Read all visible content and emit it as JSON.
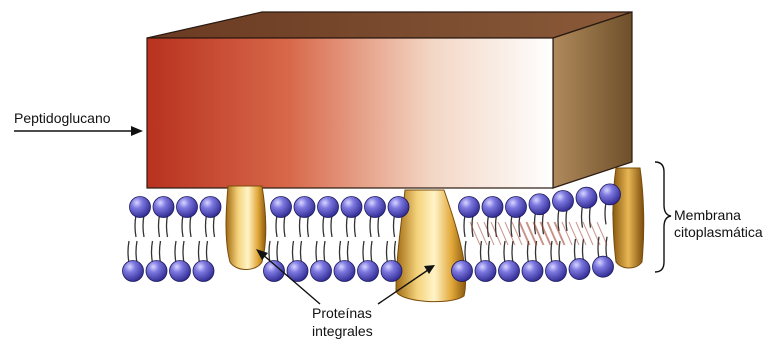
{
  "labels": {
    "peptidoglycan": "Peptidoglucano",
    "membrane_line1": "Membrana",
    "membrane_line2": "citoplasmática",
    "proteins_line1": "Proteínas",
    "proteins_line2": "integrales"
  },
  "colors": {
    "peptidoglycan_front_left": "#c0392b",
    "peptidoglycan_front_right": "#ffffff",
    "peptidoglycan_top": "#7a4a2a",
    "peptidoglycan_side": "#8c6a3c",
    "phospholipid_head": "#5a55c8",
    "protein": "#e0a93a"
  }
}
